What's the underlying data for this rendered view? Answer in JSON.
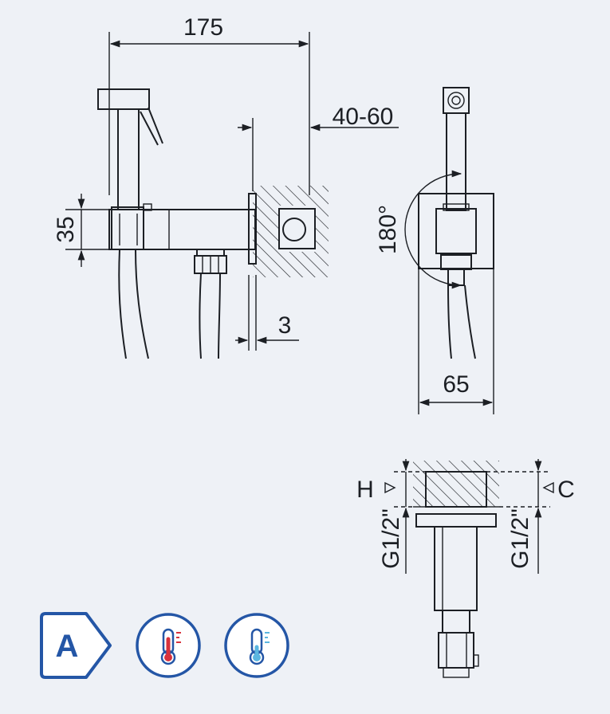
{
  "dimensions": {
    "overall_length": "175",
    "wall_depth": "40-60",
    "body_height": "35",
    "flange_thickness": "3",
    "rotation": "180°",
    "flange_width": "65",
    "hot_label": "H",
    "cold_label": "C",
    "thread_hot": "G1/2\"",
    "thread_cold": "G1/2\""
  },
  "badges": {
    "class_label": "A",
    "hot_icon": "thermometer-hot-icon",
    "cold_icon": "thermometer-cold-icon"
  },
  "colors": {
    "line": "#1c1f24",
    "background": "#eef1f6",
    "badge_blue": "#2456a6",
    "hot_red": "#d8323c",
    "cold_blue": "#5bb6e0"
  }
}
